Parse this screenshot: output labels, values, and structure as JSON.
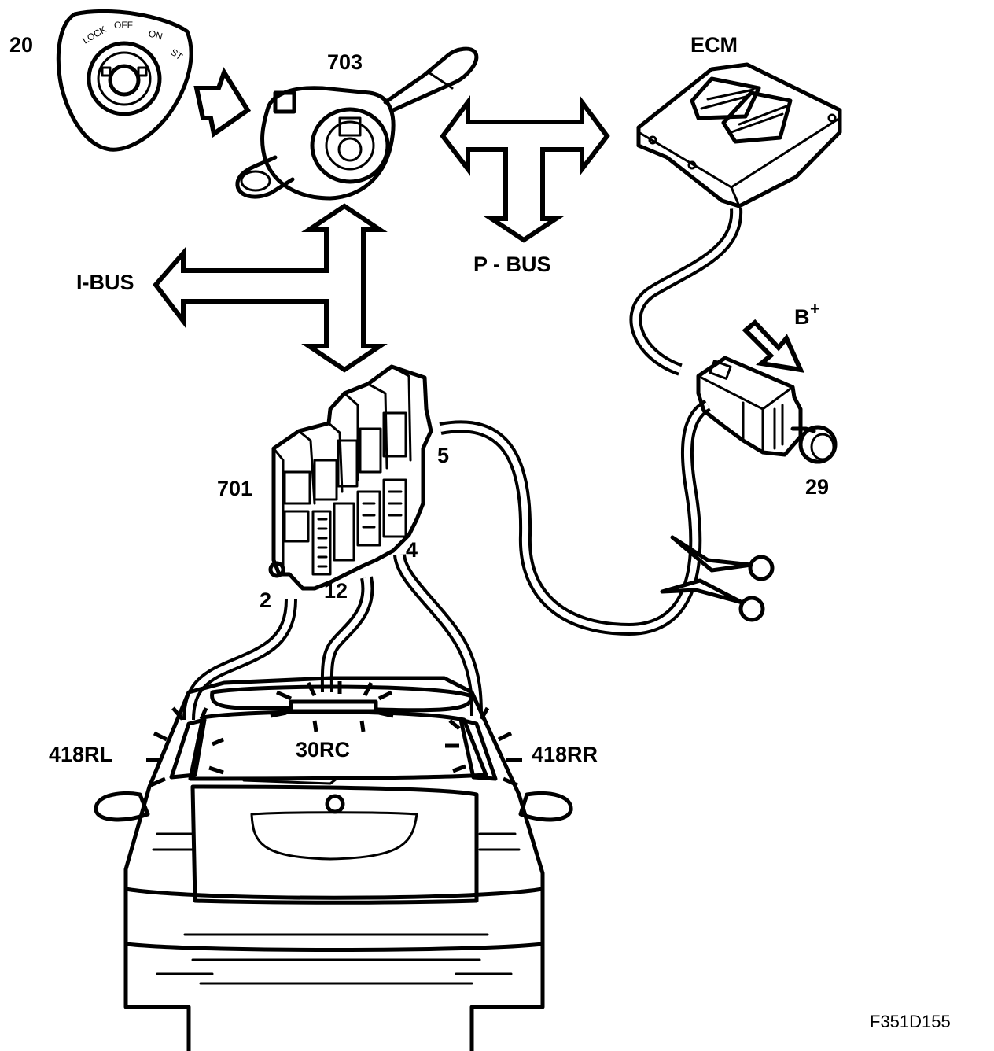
{
  "figure_ref": "F351D155",
  "labels": {
    "ignition_switch": "20",
    "steering_module": "703",
    "ecm": "ECM",
    "p_bus": "P - BUS",
    "i_bus": "I-BUS",
    "b_plus": "B",
    "b_plus_sup": "+",
    "brake_switch": "29",
    "central_unit": "701",
    "pin_5": "5",
    "pin_4": "4",
    "pin_2": "2",
    "pin_12": "12",
    "lamp_left": "418RL",
    "lamp_center": "30RC",
    "lamp_right": "418RR"
  },
  "ignition_positions": [
    "LOCK",
    "OFF",
    "ON",
    "ST"
  ],
  "colors": {
    "ink": "#000000",
    "paper": "#ffffff"
  }
}
